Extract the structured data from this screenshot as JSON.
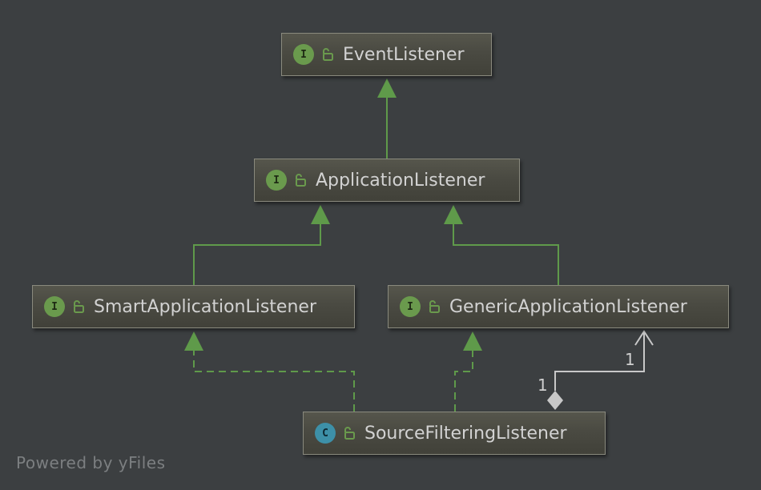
{
  "diagram": {
    "nodes": [
      {
        "kind": "I",
        "name": "EventListener"
      },
      {
        "kind": "I",
        "name": "ApplicationListener"
      },
      {
        "kind": "I",
        "name": "SmartApplicationListener"
      },
      {
        "kind": "I",
        "name": "GenericApplicationListener"
      },
      {
        "kind": "C",
        "name": "SourceFilteringListener"
      }
    ],
    "edges": [
      {
        "from": "ApplicationListener",
        "to": "EventListener",
        "type": "extends"
      },
      {
        "from": "SmartApplicationListener",
        "to": "ApplicationListener",
        "type": "extends"
      },
      {
        "from": "GenericApplicationListener",
        "to": "ApplicationListener",
        "type": "extends"
      },
      {
        "from": "SourceFilteringListener",
        "to": "SmartApplicationListener",
        "type": "implements"
      },
      {
        "from": "SourceFilteringListener",
        "to": "GenericApplicationListener",
        "type": "implements"
      },
      {
        "from": "SourceFilteringListener",
        "to": "GenericApplicationListener",
        "type": "aggregation",
        "source_multiplicity": "1",
        "target_multiplicity": "1"
      }
    ],
    "colors": {
      "background": "#3c3f41",
      "inheritance": "#5f9a4a",
      "aggregation": "#c8c8c8",
      "interface_badge": "#6a9a4d",
      "class_badge": "#3d90a8",
      "lock_icon": "#6a9a4d"
    },
    "icons": {
      "interface": "interface-badge-icon",
      "class": "class-badge-icon",
      "visibility": "open-lock-icon"
    }
  },
  "footer": {
    "watermark": "Powered by yFiles"
  }
}
